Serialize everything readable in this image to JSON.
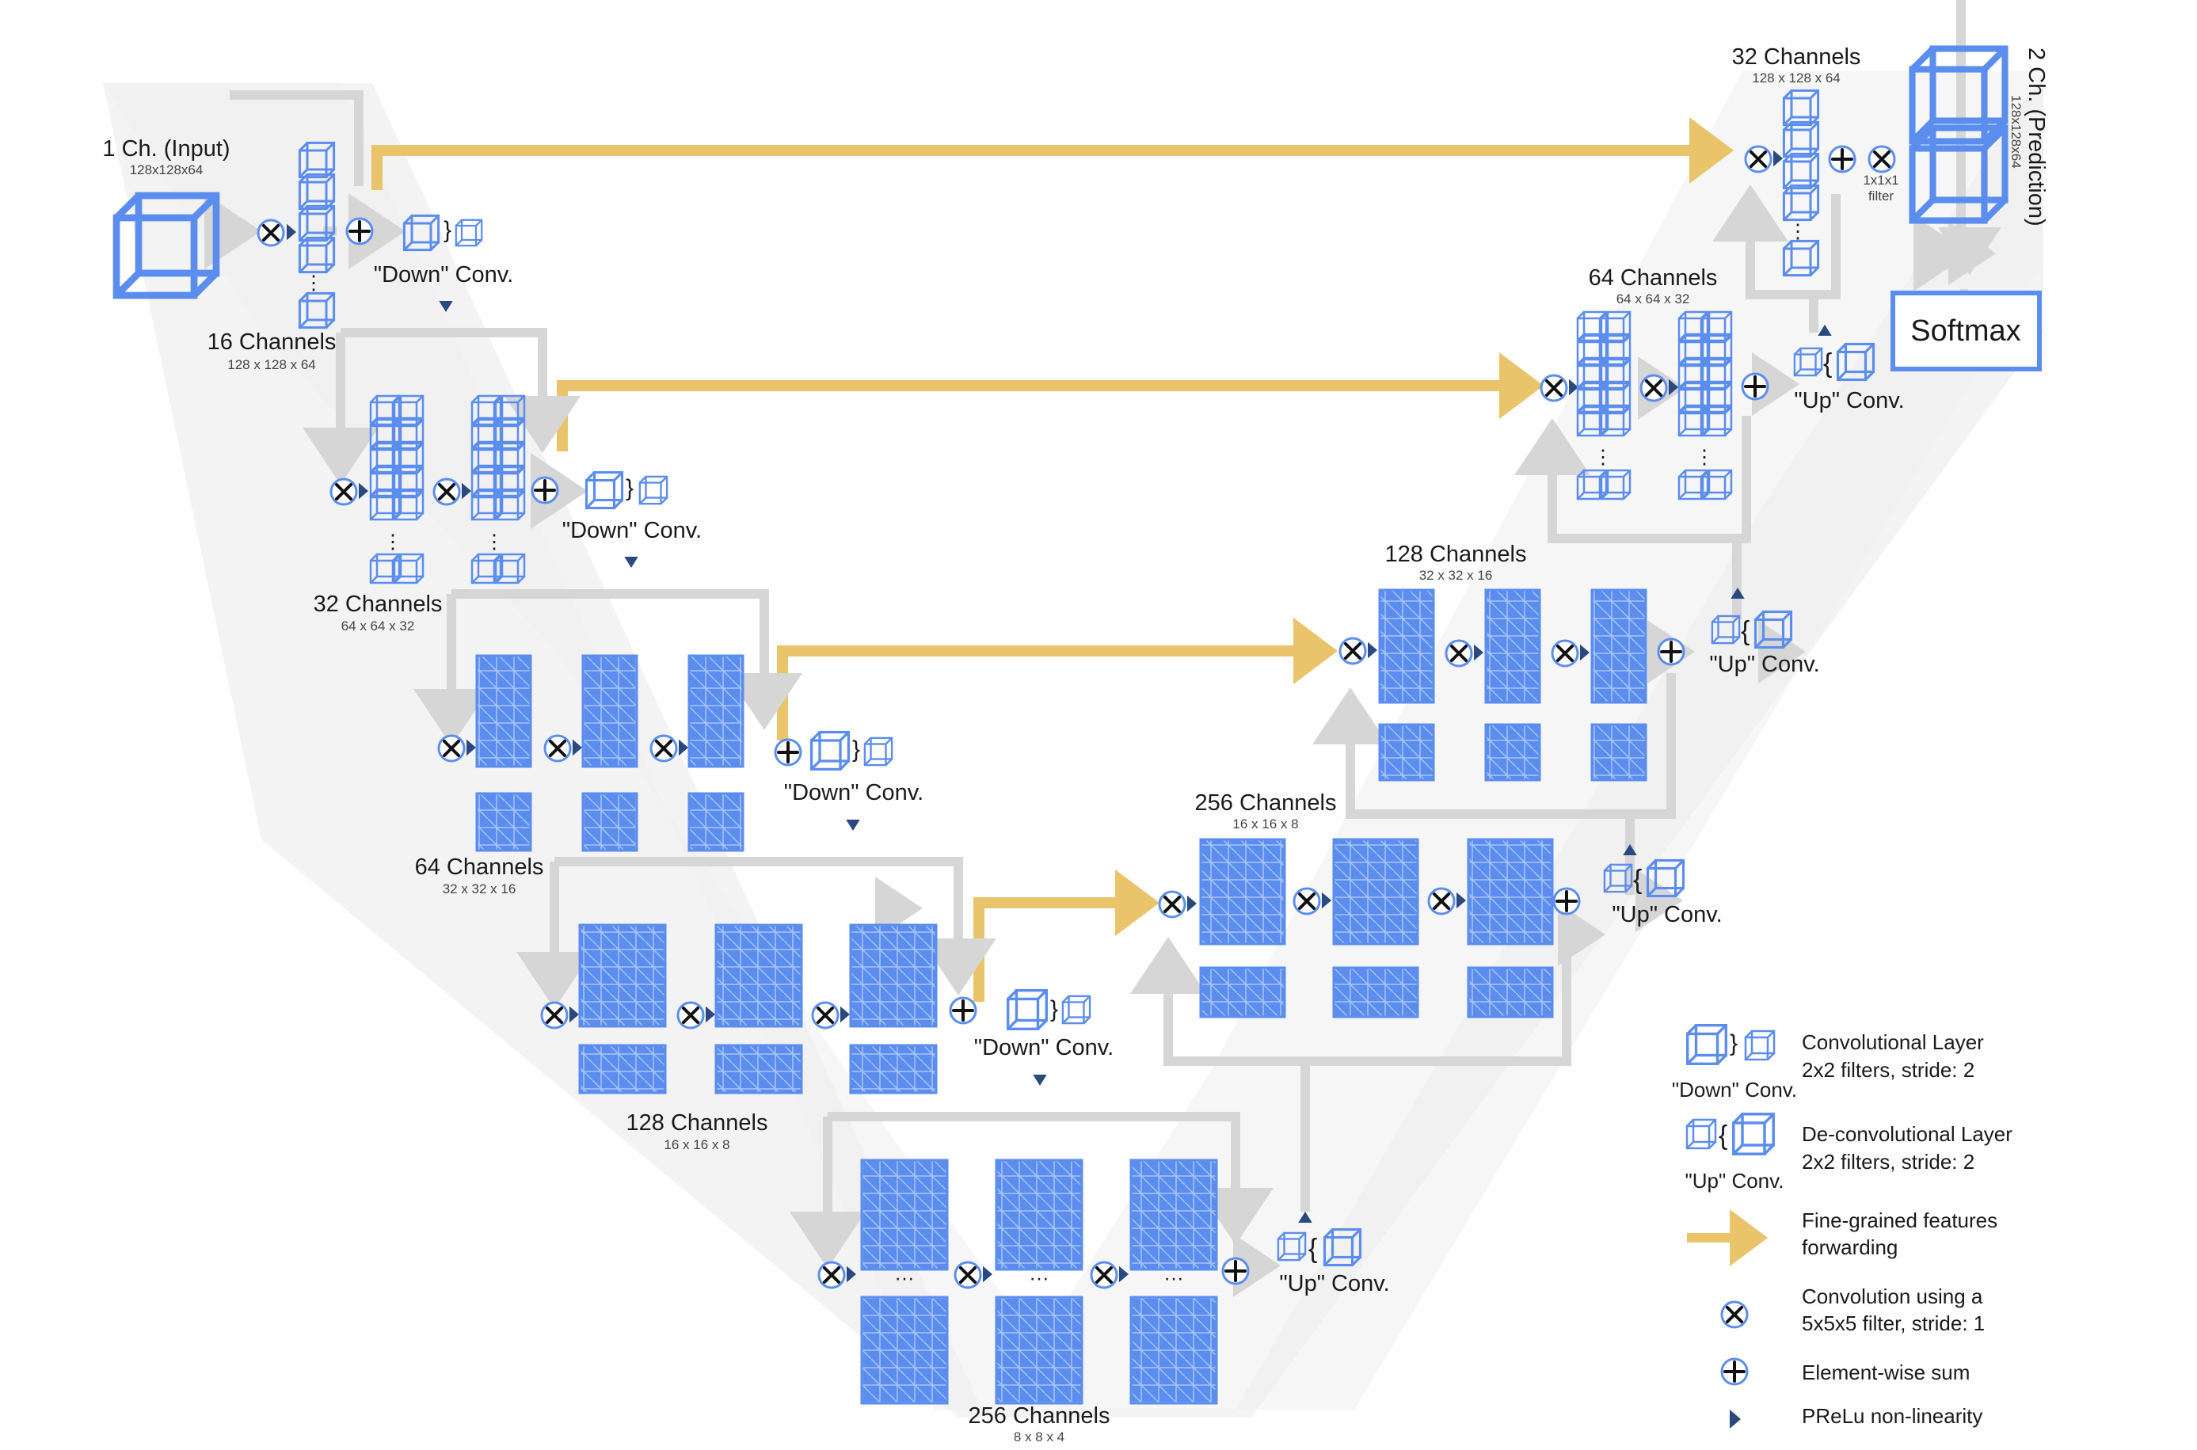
{
  "input": {
    "title": "1 Ch. (Input)",
    "size": "128x128x64"
  },
  "output": {
    "title": "2 Ch. (Prediction)",
    "size": "128x128x64",
    "filter_label": [
      "1x1x1",
      "filter"
    ],
    "softmax": "Softmax"
  },
  "stages": {
    "s1": {
      "title": "16 Channels",
      "dims": "128 x 128 x 64"
    },
    "s2": {
      "title": "32 Channels",
      "dims": "64 x 64 x 32"
    },
    "s3": {
      "title": "64 Channels",
      "dims": "32 x 32 x 16"
    },
    "s4": {
      "title": "128 Channels",
      "dims": "16 x 16 x 8"
    },
    "s5": {
      "title": "256 Channels",
      "dims": "8 x 8 x 4"
    },
    "u4": {
      "title": "256 Channels",
      "dims": "16 x 16 x 8"
    },
    "u3": {
      "title": "128 Channels",
      "dims": "32 x 32 x 16"
    },
    "u2": {
      "title": "64 Channels",
      "dims": "64 x 64 x 32"
    },
    "u1": {
      "title": "32 Channels",
      "dims": "128 x 128 x 64"
    }
  },
  "labels": {
    "down": "\"Down\" Conv.",
    "up": "\"Up\" Conv.",
    "dots": "···"
  },
  "legend": {
    "conv": [
      "Convolutional Layer",
      "2x2 filters, stride: 2"
    ],
    "conv_caption": "\"Down\" Conv.",
    "deconv": [
      "De-convolutional Layer",
      "2x2 filters, stride: 2"
    ],
    "deconv_caption": "\"Up\" Conv.",
    "forward": [
      "Fine-grained features",
      "forwarding"
    ],
    "convolution": [
      "Convolution using a",
      "5x5x5 filter, stride: 1"
    ],
    "sum": "Element-wise sum",
    "prelu": "PReLu non-linearity"
  },
  "colors": {
    "cube": "#5b8def",
    "gray": "#d6d6d6",
    "gold": "#e9c46a",
    "navy": "#2a4a7f",
    "band": "#f2f2f2"
  }
}
